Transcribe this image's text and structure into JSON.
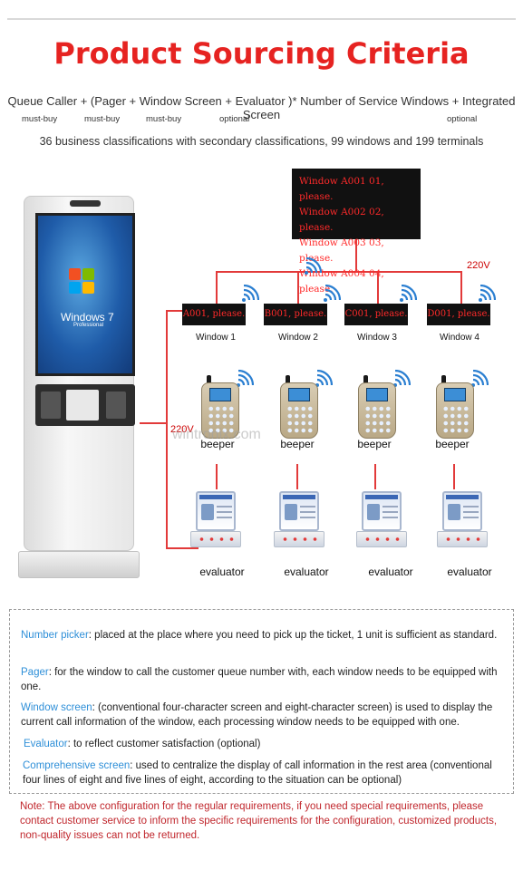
{
  "title": "Product Sourcing Criteria",
  "formula": "Queue Caller + (Pager + Window Screen + Evaluator )* Number of Service Windows + Integrated Screen",
  "tags": [
    "must-buy",
    "must-buy",
    "must-buy",
    "optional",
    "optional"
  ],
  "description": "36 business classifications with secondary classifications, 99 windows and 199 terminals",
  "kiosk": {
    "os_name": "Windows 7",
    "os_edition": "Professional"
  },
  "integrated_screen": {
    "lines": [
      "Window A001 01, please.",
      "Window A002 02, please.",
      "Window A003 03, please.",
      "Window A004 04, please."
    ]
  },
  "voltage": "220V",
  "windows": [
    {
      "screen_text": "A001, please.",
      "label": "Window 1",
      "pager": "beeper",
      "evaluator": "evaluator"
    },
    {
      "screen_text": "B001, please.",
      "label": "Window 2",
      "pager": "beeper",
      "evaluator": "evaluator"
    },
    {
      "screen_text": "C001, please.",
      "label": "Window 3",
      "pager": "beeper",
      "evaluator": "evaluator"
    },
    {
      "screen_text": "D001, please.",
      "label": "Window 4",
      "pager": "beeper",
      "evaluator": "evaluator"
    }
  ],
  "watermark": "wintronix.com",
  "info": [
    {
      "key": "Number picker",
      "text": ": placed at the place where you need to pick up the ticket, 1 unit is sufficient as standard."
    },
    {
      "key": "Pager",
      "text": ": for the window to call the customer queue number with, each window needs to be equipped with one."
    },
    {
      "key": "Window screen",
      "text": ": (conventional four-character screen and eight-character screen) is used to display the current call information of the window, each processing window needs to be equipped with one."
    },
    {
      "key": "Evaluator",
      "text": ": to reflect customer satisfaction (optional)"
    },
    {
      "key": "Comprehensive screen",
      "text": ": used to centralize the display of call information in the rest area (conventional four lines of eight and five lines of eight, according to the situation can be optional)"
    }
  ],
  "note": "Note: The above configuration for the regular requirements, if you need special requirements, please contact customer service to inform the specific requirements for the configuration, customized products, non-quality issues can not be returned.",
  "colors": {
    "accent_red": "#e62321",
    "link_blue": "#2e8fd8",
    "line_red": "#e23a3a"
  }
}
